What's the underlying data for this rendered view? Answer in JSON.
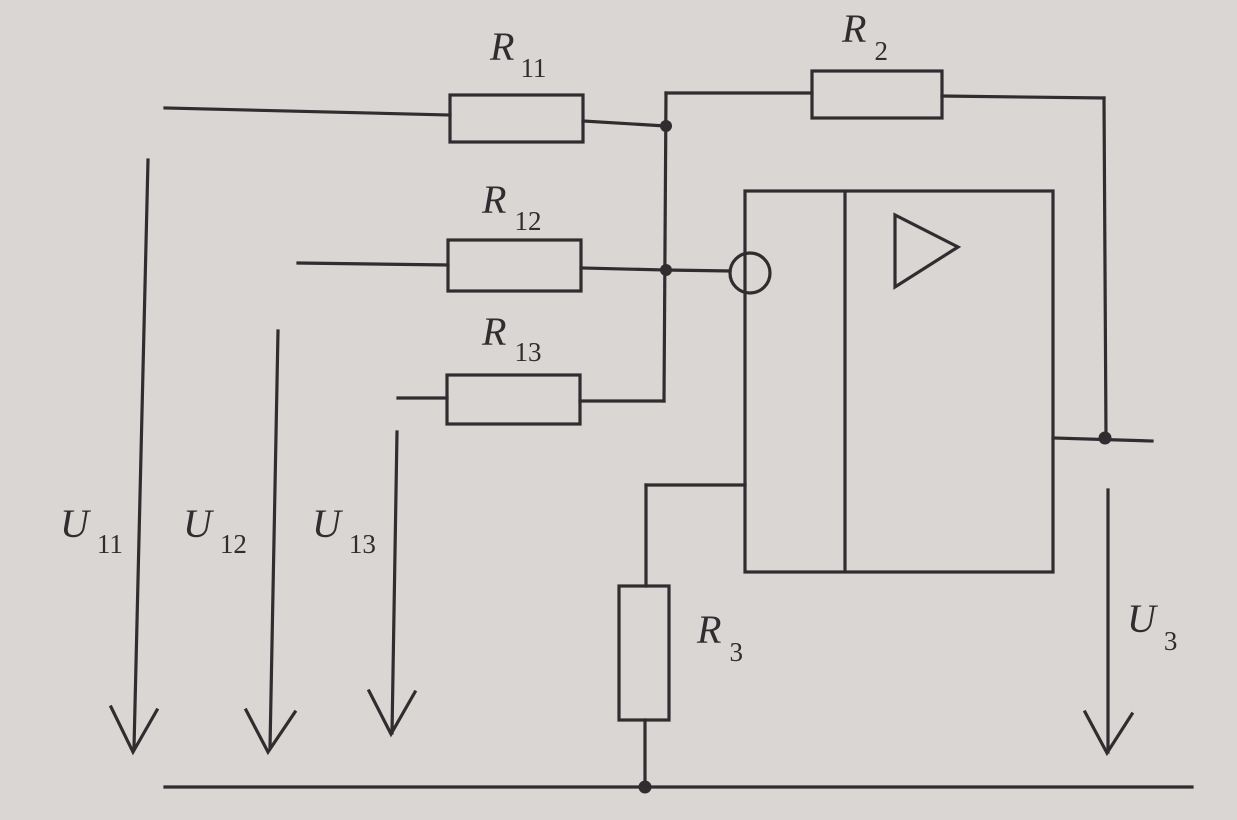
{
  "diagram": {
    "resistors": {
      "r11": {
        "symbol": "R",
        "sub": "11"
      },
      "r12": {
        "symbol": "R",
        "sub": "12"
      },
      "r13": {
        "symbol": "R",
        "sub": "13"
      },
      "r2": {
        "symbol": "R",
        "sub": "2"
      },
      "r3": {
        "symbol": "R",
        "sub": "3"
      }
    },
    "voltages": {
      "u11": {
        "symbol": "U",
        "sub": "11"
      },
      "u12": {
        "symbol": "U",
        "sub": "12"
      },
      "u13": {
        "symbol": "U",
        "sub": "13"
      },
      "u3": {
        "symbol": "U",
        "sub": "3"
      }
    },
    "opamp": {
      "symbol": "triangle"
    },
    "colors": {
      "background": "#d9d6d3",
      "ink": "#2f2d2f"
    }
  }
}
